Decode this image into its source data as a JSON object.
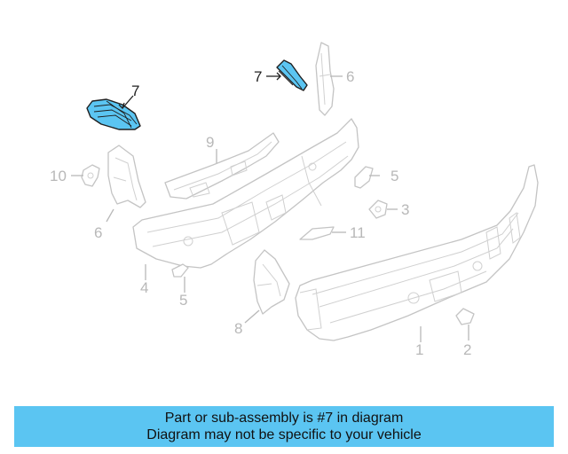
{
  "diagram": {
    "callouts": [
      {
        "id": "c7a",
        "label": "7",
        "highlighted": true
      },
      {
        "id": "c7b",
        "label": "7",
        "highlighted": true
      },
      {
        "id": "c6a",
        "label": "6",
        "highlighted": false
      },
      {
        "id": "c9",
        "label": "9",
        "highlighted": false
      },
      {
        "id": "c10",
        "label": "10",
        "highlighted": false
      },
      {
        "id": "c5a",
        "label": "5",
        "highlighted": false
      },
      {
        "id": "c3",
        "label": "3",
        "highlighted": false
      },
      {
        "id": "c6b",
        "label": "6",
        "highlighted": false
      },
      {
        "id": "c11",
        "label": "11",
        "highlighted": false
      },
      {
        "id": "c4",
        "label": "4",
        "highlighted": false
      },
      {
        "id": "c5b",
        "label": "5",
        "highlighted": false
      },
      {
        "id": "c8",
        "label": "8",
        "highlighted": false
      },
      {
        "id": "c1",
        "label": "1",
        "highlighted": false
      },
      {
        "id": "c2",
        "label": "2",
        "highlighted": false
      }
    ],
    "highlight_color": "#5bc5f2",
    "line_color": "#c4c4c4"
  },
  "banner": {
    "line1": "Part or sub-assembly is #7 in diagram",
    "line2": "Diagram may not be specific to your vehicle",
    "color": "#5bc5f2"
  }
}
